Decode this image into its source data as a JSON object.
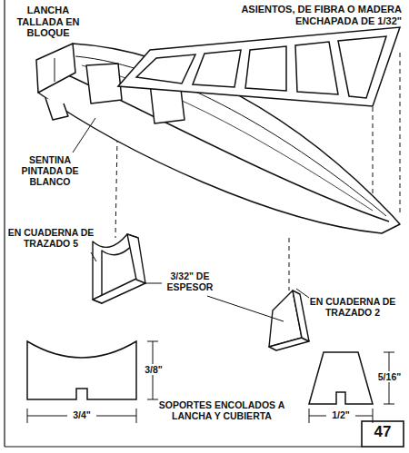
{
  "diagram": {
    "labels": [
      "LANCHA TALLADA EN BLOQUE",
      "ASIENTOS, DE FIBRA O MADERA ENCHAPADA DE 1/32\"",
      "SENTINA PINTADA DE BLANCO",
      "EN CUADERNA DE TRAZADO 5",
      "3/32\" DE ESPESOR",
      "EN CUADERNA DE TRAZADO 2",
      "3/8\"",
      "3/4\"",
      "5/16\"",
      "1/2\"",
      "SOPORTES ENCOLADOS A LANCHA Y CUBIERTA",
      "47"
    ]
  }
}
